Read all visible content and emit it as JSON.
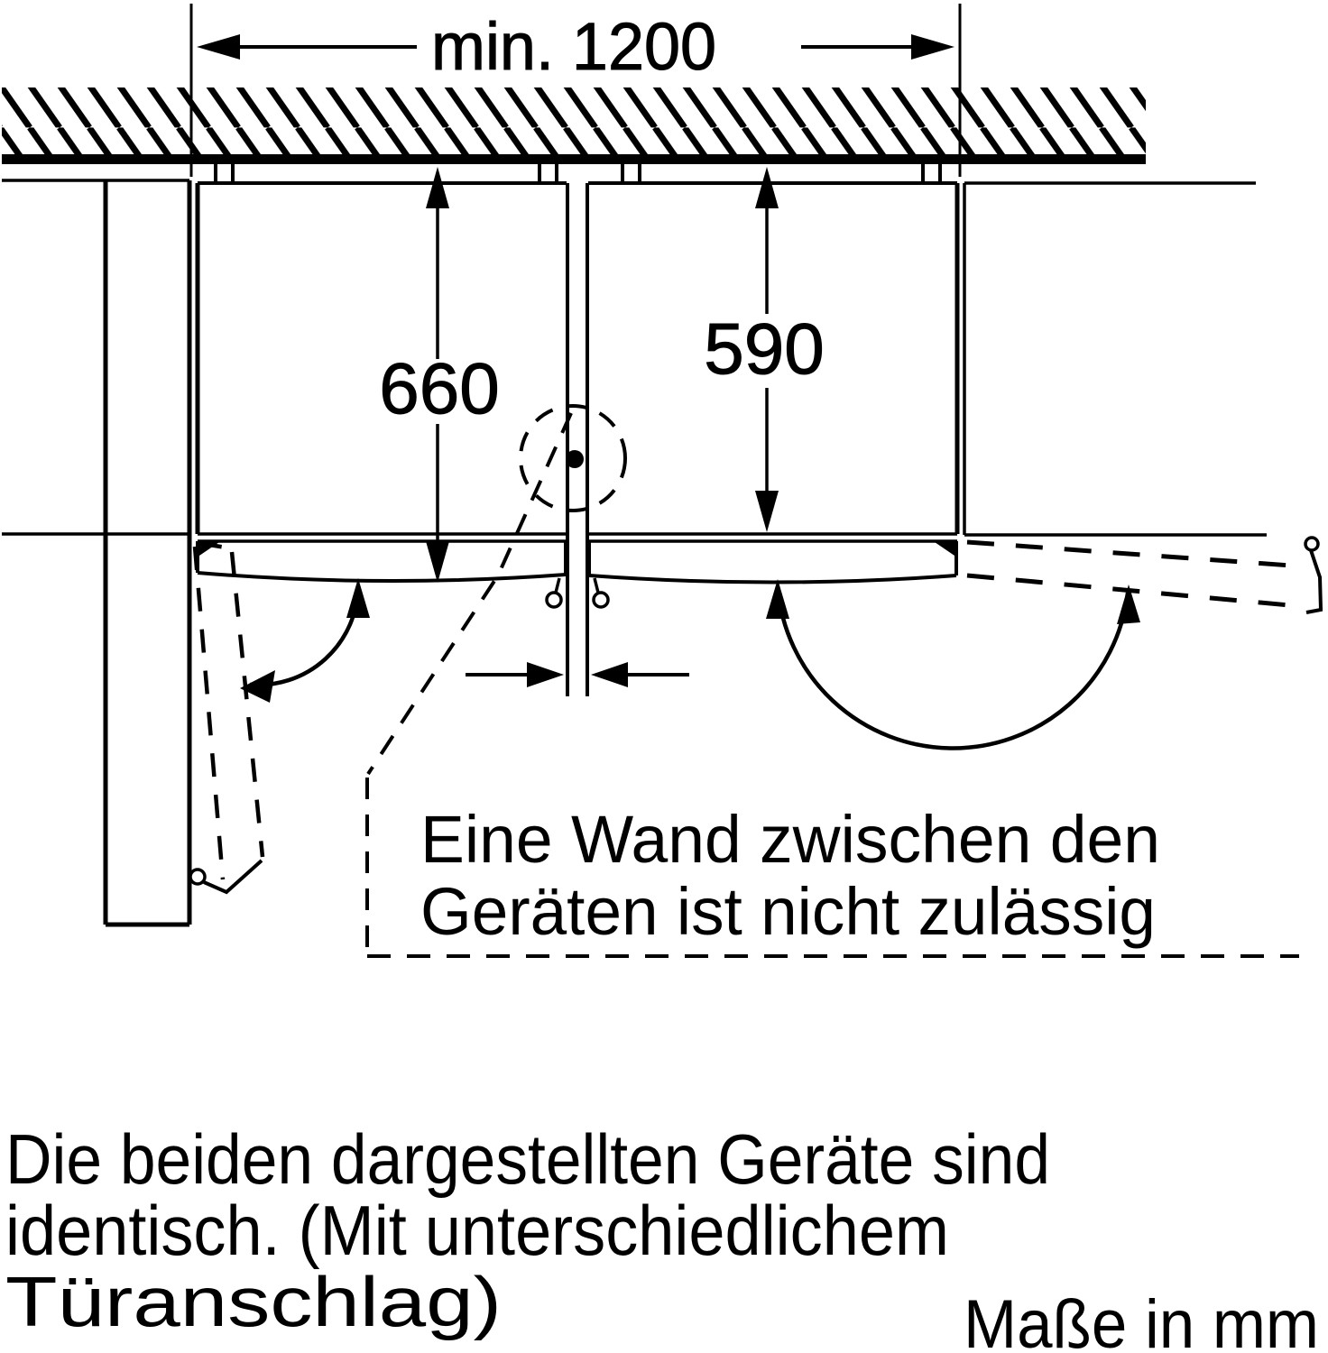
{
  "diagram": {
    "background_color": "#ffffff",
    "line_color": "#000000",
    "dimensions": {
      "min_width": "min. 1200",
      "left_depth_with_door": "660",
      "right_depth_cabinet": "590"
    },
    "warning_note": {
      "line1": "Eine Wand zwischen den",
      "line2": "Geräten ist nicht zulässig"
    },
    "caption": {
      "line1": "Die beiden dargestellten Geräte sind",
      "line2": "identisch. (Mit unterschiedlichem",
      "line3": "Türanschlag)"
    },
    "units_note": "Maße in mm"
  }
}
